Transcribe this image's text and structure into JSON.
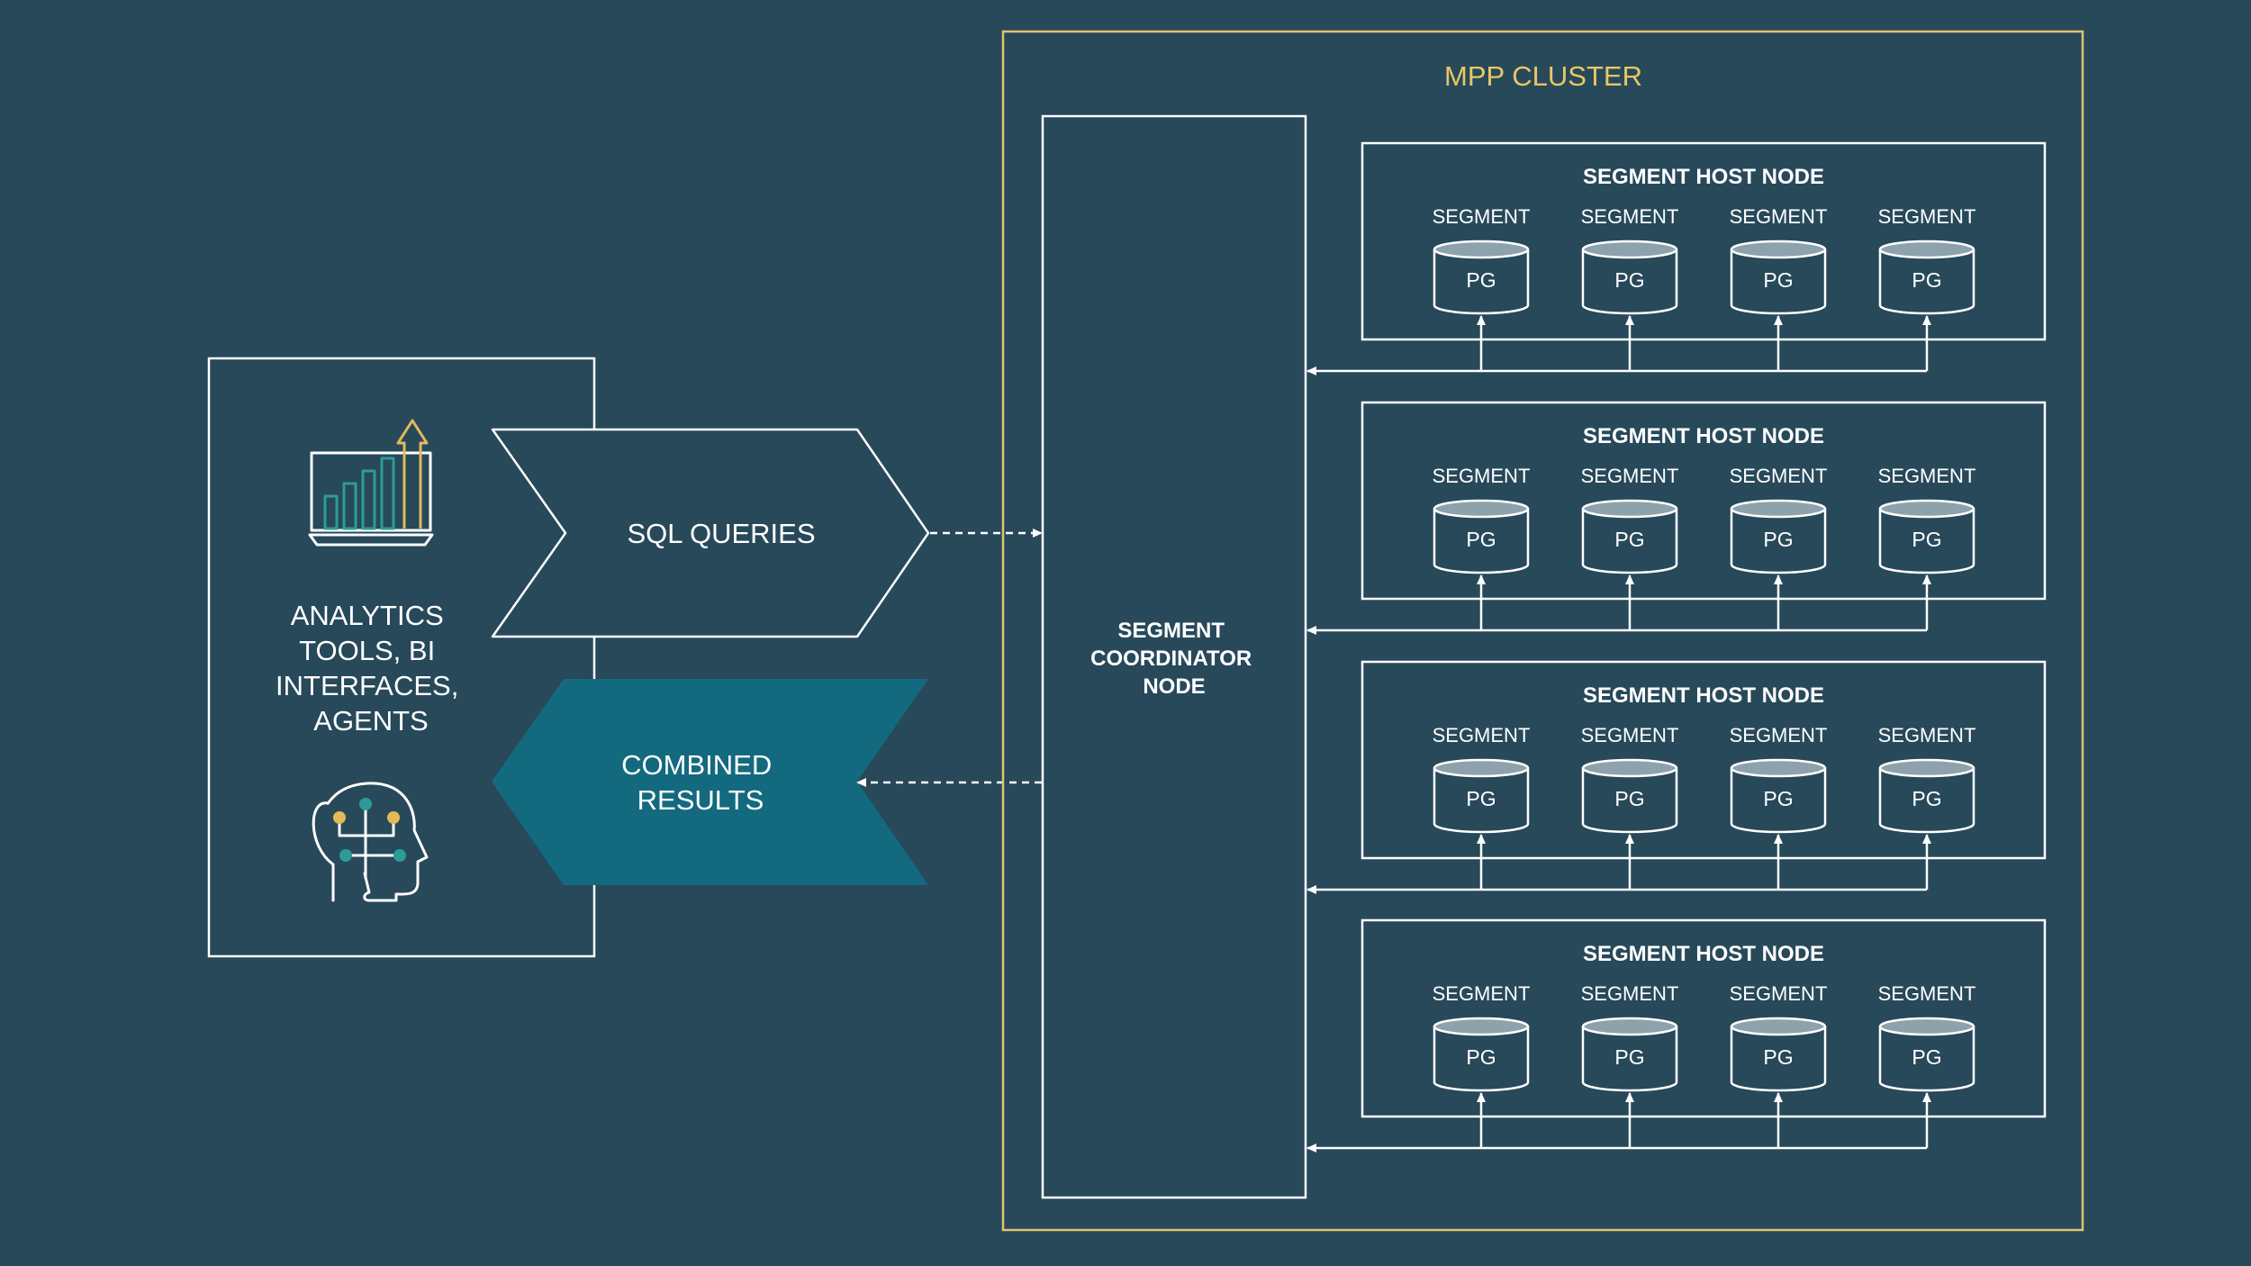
{
  "colors": {
    "background": "#27495a",
    "line": "#ffffff",
    "cluster_border": "#e0c36c",
    "cluster_title": "#e8c766",
    "results_fill": "#136a7e",
    "cylinder_top": "#8ea2ac",
    "icon_teal": "#2c9c97",
    "icon_gold": "#e3b95a"
  },
  "client": {
    "label_lines": [
      "ANALYTICS",
      "TOOLS, BI",
      "INTERFACES,",
      "AGENTS"
    ],
    "chart_icon": "laptop-bar-chart-icon",
    "head_icon": "ai-head-network-icon"
  },
  "flows": {
    "queries_label": "SQL QUERIES",
    "results_label_lines": [
      "COMBINED",
      "RESULTS"
    ]
  },
  "cluster": {
    "title": "MPP CLUSTER",
    "coordinator_lines": [
      "SEGMENT",
      "COORDINATOR",
      "NODE"
    ],
    "host_nodes": [
      {
        "title": "SEGMENT HOST NODE",
        "segments": [
          {
            "label": "SEGMENT",
            "db": "PG"
          },
          {
            "label": "SEGMENT",
            "db": "PG"
          },
          {
            "label": "SEGMENT",
            "db": "PG"
          },
          {
            "label": "SEGMENT",
            "db": "PG"
          }
        ]
      },
      {
        "title": "SEGMENT HOST NODE",
        "segments": [
          {
            "label": "SEGMENT",
            "db": "PG"
          },
          {
            "label": "SEGMENT",
            "db": "PG"
          },
          {
            "label": "SEGMENT",
            "db": "PG"
          },
          {
            "label": "SEGMENT",
            "db": "PG"
          }
        ]
      },
      {
        "title": "SEGMENT HOST NODE",
        "segments": [
          {
            "label": "SEGMENT",
            "db": "PG"
          },
          {
            "label": "SEGMENT",
            "db": "PG"
          },
          {
            "label": "SEGMENT",
            "db": "PG"
          },
          {
            "label": "SEGMENT",
            "db": "PG"
          }
        ]
      },
      {
        "title": "SEGMENT HOST NODE",
        "segments": [
          {
            "label": "SEGMENT",
            "db": "PG"
          },
          {
            "label": "SEGMENT",
            "db": "PG"
          },
          {
            "label": "SEGMENT",
            "db": "PG"
          },
          {
            "label": "SEGMENT",
            "db": "PG"
          }
        ]
      }
    ]
  }
}
